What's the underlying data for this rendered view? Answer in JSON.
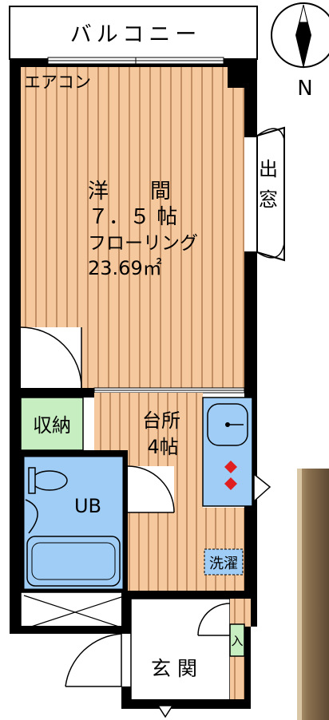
{
  "balcony": "バルコニー",
  "north": "N",
  "aircon": "エアコン",
  "bay_window": [
    "出",
    "窓"
  ],
  "western_room": {
    "name": "洋　　間",
    "size": "７．５ 帖",
    "floor": "フローリング",
    "area": "23.69㎡"
  },
  "storage": "収納",
  "kitchen": {
    "name": "台所",
    "size": "4帖"
  },
  "bath": "UB",
  "laundry": "洗濯",
  "entrance": "玄 関",
  "entry_mark": "入",
  "colors": {
    "wood": "#f6c89d",
    "wood_line": "#a0683e",
    "wall": "#000000",
    "storage": "#c7eec1",
    "bath": "#9fcdf5",
    "kitchen_unit": "#9fcdf5",
    "burner": "#e02020",
    "background": "#ffffff",
    "photo": "#8f7757"
  }
}
